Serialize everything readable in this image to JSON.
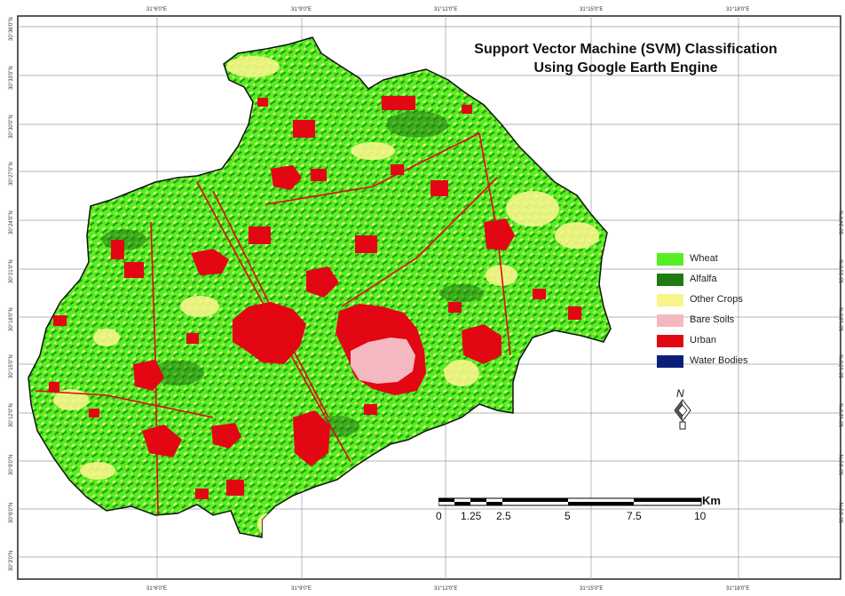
{
  "map": {
    "title_line1": "Support Vector Machine (SVM)  Classification",
    "title_line2": "Using Google Earth Engine",
    "longitude_ticks": [
      "31°6'0\"E",
      "31°9'0\"E",
      "31°12'0\"E",
      "31°15'0\"E",
      "31°18'0\"E"
    ],
    "latitude_ticks": [
      "30°36'0\"N",
      "30°33'0\"N",
      "30°30'0\"N",
      "30°27'0\"N",
      "30°24'0\"N",
      "30°21'0\"N",
      "30°18'0\"N",
      "30°15'0\"N",
      "30°12'0\"N",
      "30°9'0\"N",
      "30°6'0\"N",
      "30°3'0\"N"
    ]
  },
  "legend": {
    "items": [
      {
        "label": "Wheat",
        "color": "#55ee22"
      },
      {
        "label": "Alfalfa",
        "color": "#1f7a12"
      },
      {
        "label": "Other Crops",
        "color": "#f7f58a"
      },
      {
        "label": "Bare Soils",
        "color": "#f4b8c0"
      },
      {
        "label": "Urban",
        "color": "#e30613"
      },
      {
        "label": "Water Bodies",
        "color": "#0b1f7a"
      }
    ]
  },
  "scale_bar": {
    "unit": "Km",
    "labels": [
      "0",
      "1.25",
      "2.5",
      "5",
      "7.5",
      "10"
    ]
  },
  "north_arrow": {
    "label": "N",
    "icon": "north-arrow-icon"
  },
  "colors": {
    "wheat": "#55ee22",
    "alfalfa": "#1f7a12",
    "other_crops": "#f7f58a",
    "bare_soils": "#f4b8c0",
    "urban": "#e30613",
    "water": "#0b1f7a",
    "grid": "#9a9a9a"
  }
}
